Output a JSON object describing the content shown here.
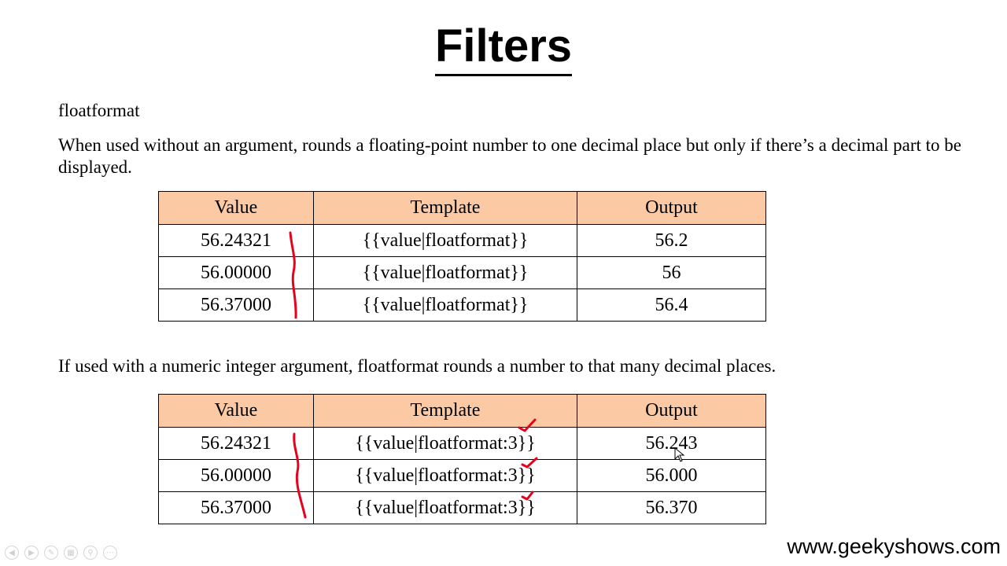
{
  "slide": {
    "title": "Filters",
    "subheading": "floatformat",
    "paragraph1": "When used without an argument, rounds a floating-point number to one decimal place but only if there’s a decimal part to be displayed.",
    "paragraph2": "If used with a numeric integer argument, floatformat rounds a number to that many decimal places.",
    "watermark": "www.geekyshows.com"
  },
  "colors": {
    "header_bg": "#fbcaa5",
    "annotation": "#e8001c"
  },
  "table1": {
    "headers": [
      "Value",
      "Template",
      "Output"
    ],
    "rows": [
      [
        "56.24321",
        "{{value|floatformat}}",
        "56.2"
      ],
      [
        "56.00000",
        "{{value|floatformat}}",
        "56"
      ],
      [
        "56.37000",
        "{{value|floatformat}}",
        "56.4"
      ]
    ]
  },
  "table2": {
    "headers": [
      "Value",
      "Template",
      "Output"
    ],
    "rows": [
      [
        "56.24321",
        "{{value|floatformat:3}}",
        "56.243"
      ],
      [
        "56.00000",
        "{{value|floatformat:3}}",
        "56.000"
      ],
      [
        "56.37000",
        "{{value|floatformat:3}}",
        "56.370"
      ]
    ]
  },
  "toolbar": {
    "icons": [
      "previous-icon",
      "next-icon",
      "pen-icon",
      "slides-icon",
      "zoom-icon",
      "more-icon"
    ]
  }
}
